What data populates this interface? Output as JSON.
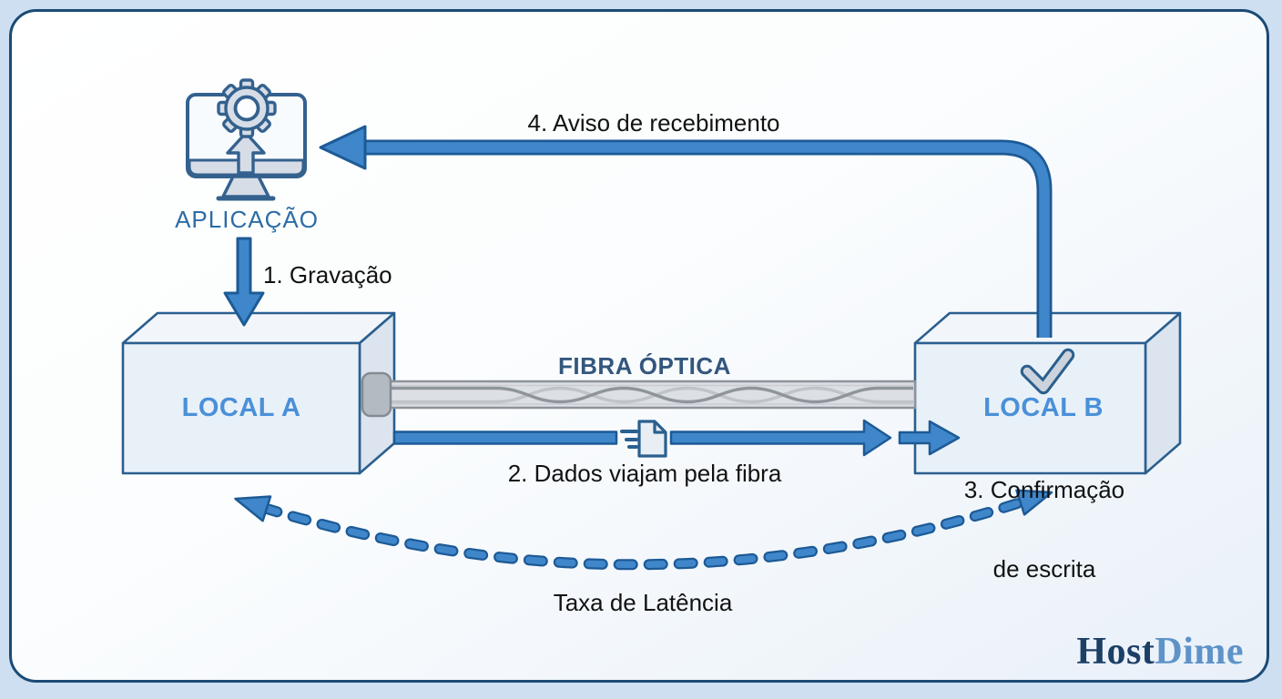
{
  "application": {
    "label": "APLICAÇÃO",
    "icon": "monitor-gear-icon"
  },
  "steps": {
    "step1": "1. Gravação",
    "step2": "2. Dados viajam pela fibra",
    "step3_line1": "3. Confirmação",
    "step3_line2": "de escrita",
    "step4": "4. Aviso de recebimento"
  },
  "fiber": {
    "label": "FIBRA ÓPTICA"
  },
  "sites": {
    "a": "LOCAL A",
    "b": "LOCAL B"
  },
  "latency": {
    "label": "Taxa de Latência"
  },
  "branding": {
    "host": "Host",
    "dime": "Dime"
  },
  "icons": {
    "application": "monitor-with-gear-and-upload-arrow",
    "local_b": "check-icon",
    "transfer": "document-icon-with-speed-lines",
    "link": "fiber-optic-cable"
  },
  "colors": {
    "canvas_bg": "#CDDFF0",
    "frame_border": "#1B4A75",
    "arrow_fill": "#3F87CA",
    "arrow_outline": "#1D5A96",
    "box_outline": "#2A5F8F",
    "site_label": "#4A90D9",
    "application_label": "#2D6CA6",
    "fiber_label": "#33567D",
    "body_text": "#121212",
    "logo_host": "#1C3F66",
    "logo_dime": "#5E93C8"
  }
}
